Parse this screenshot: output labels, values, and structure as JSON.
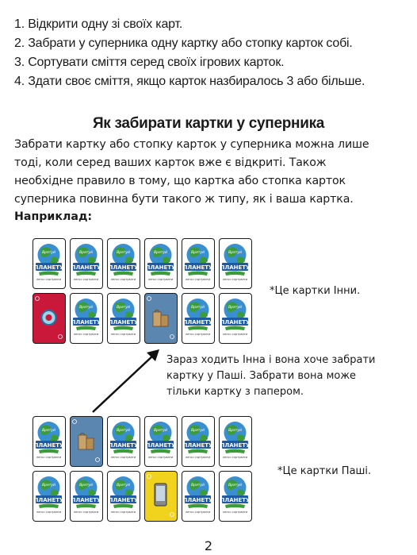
{
  "rules": [
    "1. Відкрити одну зі своїх карт.",
    "2. Забрати у суперника одну картку або стопку карток собі.",
    "3. Сортувати сміття серед своїх ігрових карток.",
    "4. Здати своє сміття, якщо карток назбиралось 3 або більше."
  ],
  "heading": "Як забирати картки у суперника",
  "paragraph": [
    "Забрати картку або стопку карток у суперника можна лише",
    "тоді, коли серед ваших карток вже є відкриті. Також",
    "необхідне правило в тому, що картка або стопка карток",
    "суперника повинна бути такого ж типу, як і ваша картка."
  ],
  "example_label": "Наприклад:",
  "card_back": {
    "line1": "Врятуй",
    "line2": "ПЛАНЕТУ",
    "line3": "легко сортувати"
  },
  "inna_cards": [
    [
      "back",
      "back",
      "back",
      "back",
      "back",
      "back"
    ],
    [
      "red",
      "back",
      "back",
      "blue",
      "back",
      "back"
    ]
  ],
  "pasha_cards": [
    [
      "back",
      "blue",
      "back",
      "back",
      "back",
      "back"
    ],
    [
      "back",
      "back",
      "back",
      "yellow",
      "back",
      "back"
    ]
  ],
  "card_icons": {
    "red": "glass-bottle-icon",
    "blue": "paper-bag-icon",
    "yellow": "phone-icon"
  },
  "colors": {
    "red": "#c9183a",
    "blue": "#5b86b0",
    "yellow": "#f1d21c",
    "earth_green": "#3d9c3a",
    "ocean": "#3a8fd0"
  },
  "note_inna": "*Це картки Інни.",
  "note_move": [
    "Зараз ходить Інна і вона хоче забрати",
    "картку у Паші. Забрати вона може",
    "тільки картку з папером."
  ],
  "note_pasha": "*Це картки Паші.",
  "page_number": "2"
}
